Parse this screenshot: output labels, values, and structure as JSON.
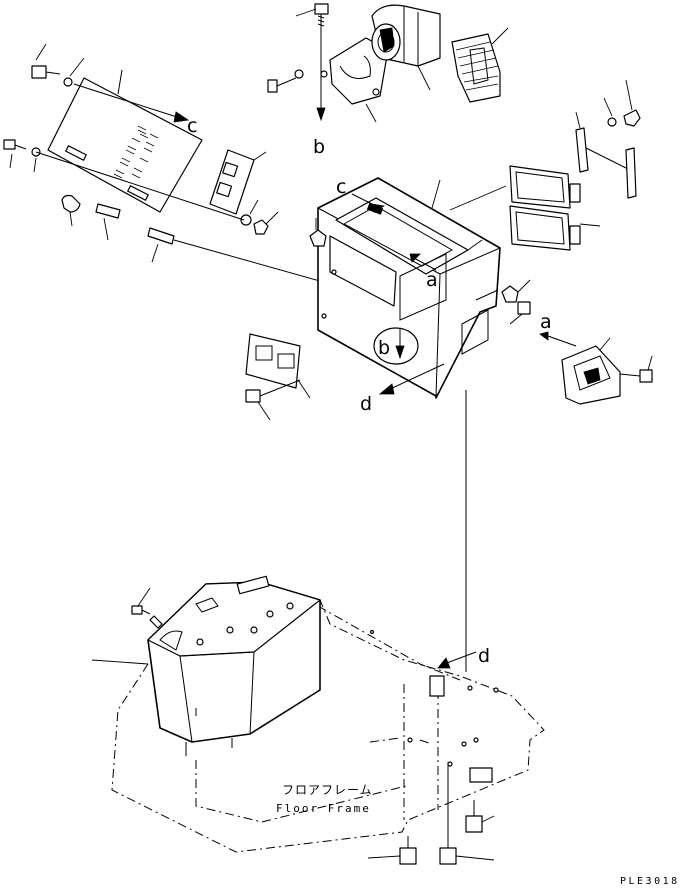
{
  "reference_letters": {
    "c_top": "c",
    "b_top": "b",
    "c_box": "c",
    "a_box": "a",
    "b_box": "b",
    "d_box": "d",
    "a_right": "a",
    "d_floor": "d"
  },
  "floor_frame": {
    "japanese_label": "フロアフレーム",
    "english_label": "Floor Frame"
  },
  "drawing_code": "PLE3018"
}
